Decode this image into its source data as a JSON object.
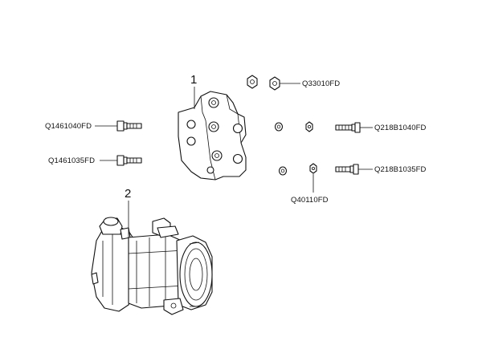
{
  "diagram": {
    "item_numbers": {
      "bracket": "1",
      "compressor": "2"
    },
    "part_labels": {
      "nut_top": "Q33010FD",
      "bolt_left_upper": "Q1461040FD",
      "bolt_left_lower": "Q1461035FD",
      "bolt_right_upper": "Q218B1040FD",
      "bolt_right_lower": "Q218B1035FD",
      "washer_nut": "Q40110FD"
    }
  }
}
